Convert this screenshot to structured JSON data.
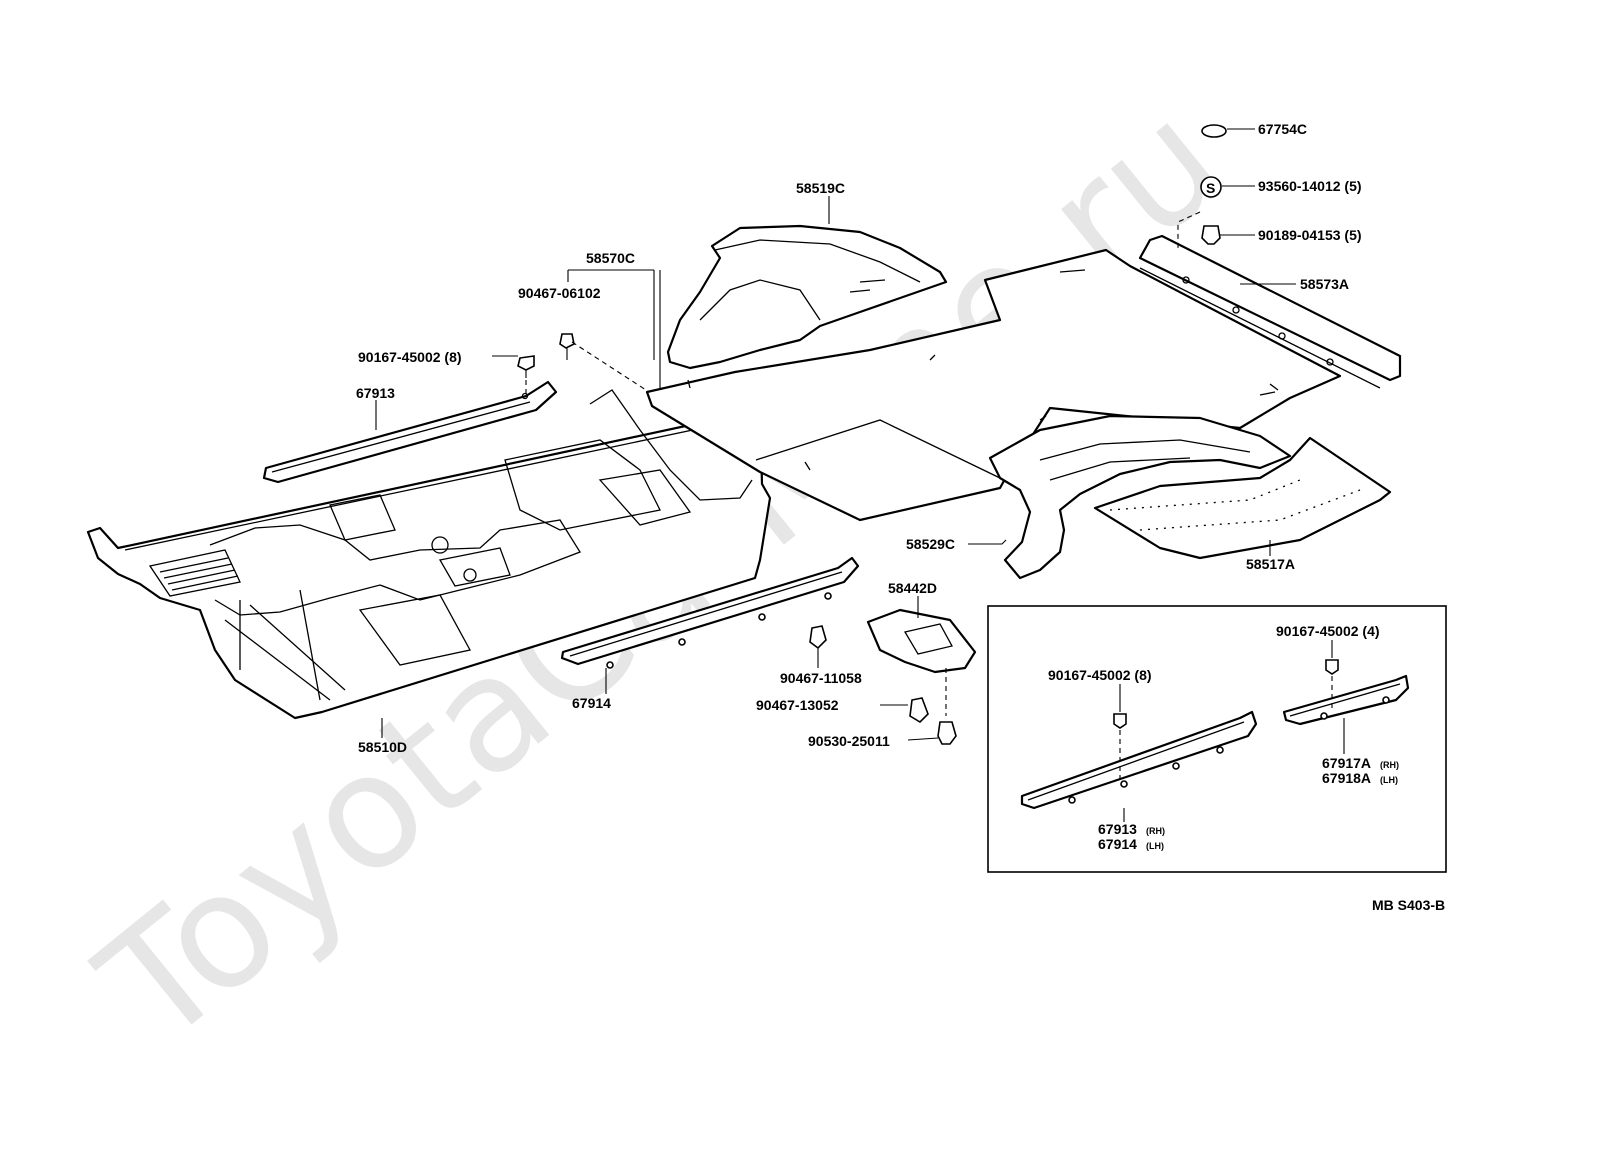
{
  "watermark": "ToyotaCarMine.ru",
  "diagram_code": "MB S403-B",
  "labels": {
    "p67754c": "67754C",
    "p93560": "93560-14012 (5)",
    "p90189": "90189-04153 (5)",
    "p58573a": "58573A",
    "p58519c": "58519C",
    "p58570c": "58570C",
    "p90467_06102": "90467-06102",
    "p90167_top": "90167-45002 (8)",
    "p67913": "67913",
    "p58529c": "58529C",
    "p58517a": "58517A",
    "p58442d": "58442D",
    "p90467_11058": "90467-11058",
    "p90467_13052": "90467-13052",
    "p90530": "90530-25011",
    "p67914": "67914",
    "p58510d": "58510D",
    "inset_90167_8": "90167-45002 (8)",
    "inset_90167_4": "90167-45002 (4)",
    "inset_67917a": "67917A",
    "inset_67917a_side": "(RH)",
    "inset_67918a": "67918A",
    "inset_67918a_side": "(LH)",
    "inset_67913": "67913",
    "inset_67913_side": "(RH)",
    "inset_67914": "67914",
    "inset_67914_side": "(LH)"
  },
  "s_symbol": "S"
}
